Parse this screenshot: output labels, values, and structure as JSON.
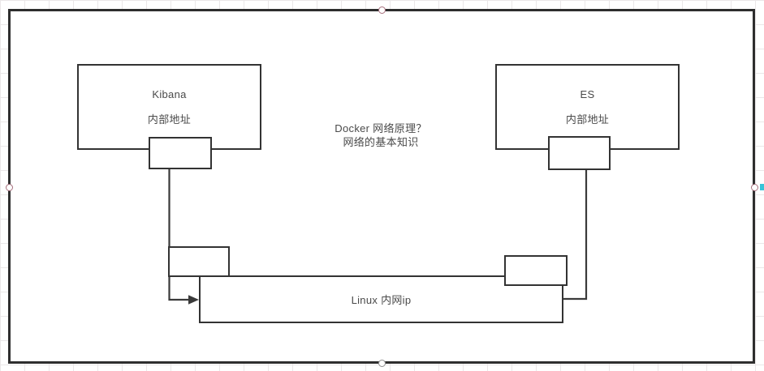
{
  "canvas": {
    "background": "#ffffff",
    "grid_color": "#eae7e8"
  },
  "frame": {
    "stroke": "#2e2e2e",
    "handle_fill": "#ffffff",
    "handle_border": "#a76f7d",
    "accent_mark_color": "#38c4d8",
    "selected": true
  },
  "diagram": {
    "stroke": "#333333",
    "text_color": "#4a4a4a",
    "kibana": {
      "title": "Kibana",
      "subtitle": "内部地址"
    },
    "es": {
      "title": "ES",
      "subtitle": "内部地址"
    },
    "linux": {
      "label": "Linux 内网ip"
    },
    "annotation": {
      "line1": "Docker 网络原理？",
      "line2": "网络的基本知识"
    }
  }
}
